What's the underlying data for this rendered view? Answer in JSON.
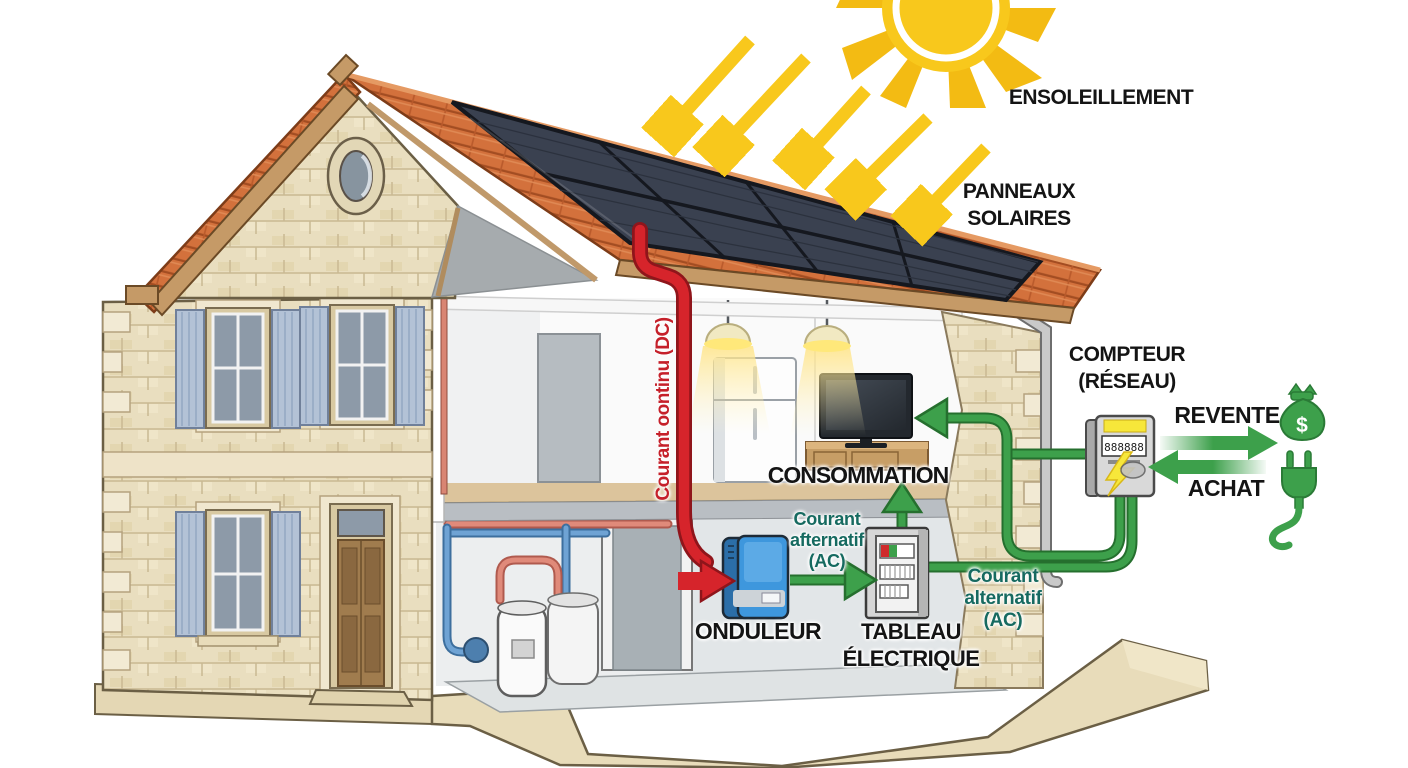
{
  "diagram": {
    "labels": {
      "ensoleillement": "ENSOLEILLEMENT",
      "panneaux_solaires": {
        "lines": [
          "PANNEAUX",
          "SOLAIRES"
        ]
      },
      "compteur_reseau": {
        "lines": [
          "COMPTEUR",
          "(RÉSEAU)"
        ]
      },
      "revente": "REVENTE",
      "achat": "ACHAT",
      "consommation": "CONSOMMATION",
      "onduleur": "ONDULEUR",
      "tableau_electrique": {
        "lines": [
          "TABLEAU",
          "ÉLECTRIQUE"
        ]
      },
      "courant_continu": "Courant oontinu (DC)",
      "courant_alternatif_gauche": {
        "lines": [
          "Courant",
          "afternatif",
          "(AC)"
        ]
      },
      "courant_alternatif_droite": {
        "lines": [
          "Courant",
          "alternatif",
          "(AC)"
        ]
      }
    },
    "meter_display": "888888",
    "money_symbol": "$",
    "icons": [
      "sun-icon",
      "sun-ray-arrow-icon",
      "solar-panels",
      "inverter-device",
      "electrical-panel-device",
      "power-meter-device",
      "money-bag-icon",
      "plug-icon",
      "tv",
      "fridge",
      "pendant-lamp",
      "water-heater"
    ],
    "colors": {
      "flow_green": "#3da04b",
      "flow_red": "#d6242b",
      "dc_label_red": "#c5202a",
      "ac_label_teal": "#166a60",
      "label_black": "#141414",
      "sun_yellow": "#f8c81c",
      "roof_terracotta": "#d3713c",
      "stone_beige": "#e9debf",
      "panel_dark": "#3a4150",
      "shutter_blue": "#b3c2d6"
    }
  }
}
